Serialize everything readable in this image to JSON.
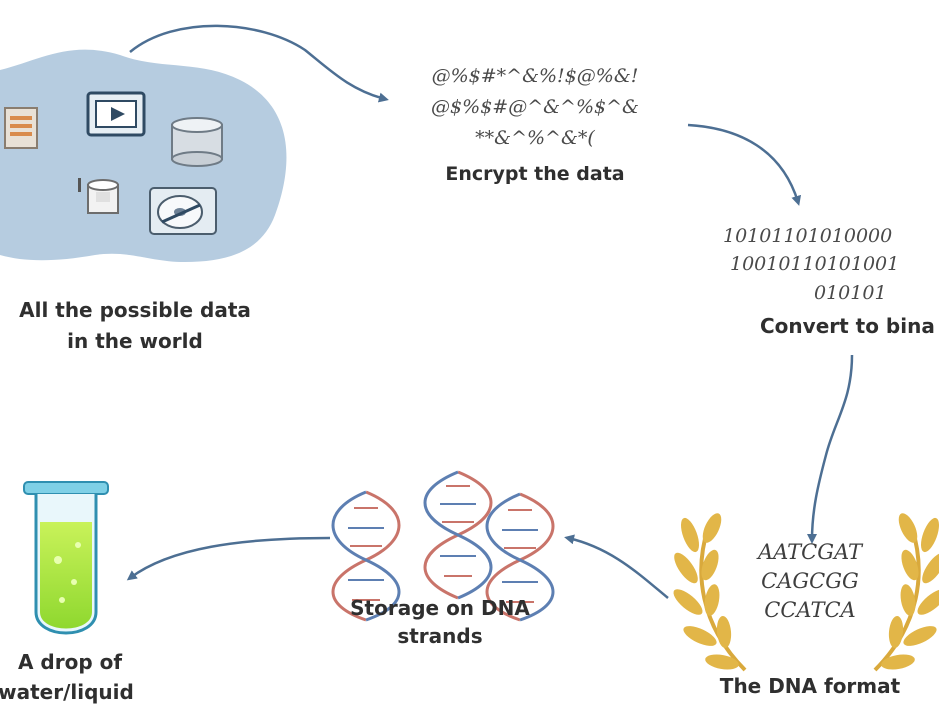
{
  "colors": {
    "blob": "#b6cce0",
    "arrow": "#4d6f93",
    "dna_red": "#c9746a",
    "dna_blue": "#5d7fb2",
    "laurel": "#e2b648",
    "tube_liquid": "#9fe23b",
    "tube_glass": "#7fd0e6"
  },
  "icons": [
    "document-icon",
    "video-player-icon",
    "database-icon",
    "disk-drive-icon",
    "hard-drive-icon",
    "dna-helix-icon",
    "laurel-wreath-icon",
    "test-tube-icon"
  ],
  "steps": {
    "world": {
      "line1": "All the possible data",
      "line2": "in the world"
    },
    "encrypt": {
      "symbols": [
        "@%$#*^&%!$@%&!",
        "@$%$#@^&^%$^&",
        "**&^%^&*("
      ],
      "label": "Encrypt the data"
    },
    "binary": {
      "digits": [
        "10101101010000",
        "10010110101001",
        "010101"
      ],
      "label": "Convert to bina"
    },
    "dna_format": {
      "sequence": [
        "AATCGAT",
        "CAGCGG",
        "CCATCA"
      ],
      "label": "The DNA format"
    },
    "storage": {
      "line1": "Storage on DNA",
      "line2": "strands"
    },
    "drop": {
      "line1": "A drop of",
      "line2": "water/liquid"
    }
  }
}
